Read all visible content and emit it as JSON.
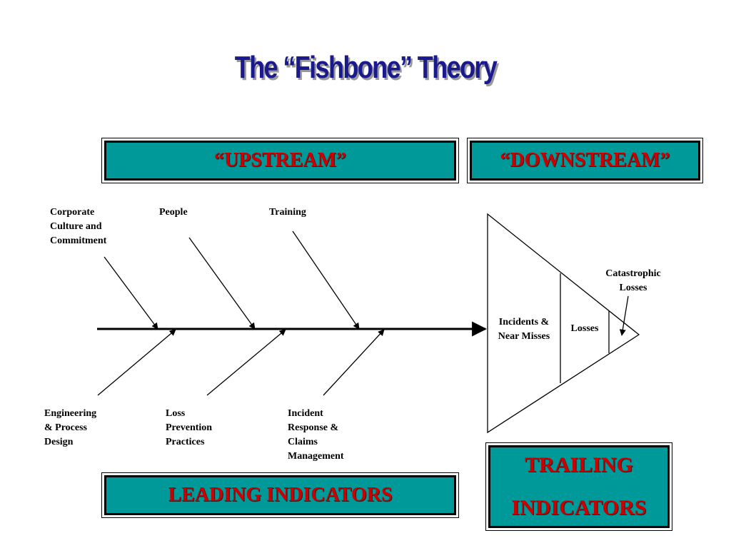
{
  "title": "The “Fishbone” Theory",
  "banners": {
    "upstream": "“UPSTREAM”",
    "downstream": "“DOWNSTREAM”",
    "leading": "LEADING INDICATORS",
    "trailing_line1": "TRAILING",
    "trailing_line2": "INDICATORS"
  },
  "upper_bones": {
    "corporate": "Corporate\nCulture and\nCommitment",
    "people": "People",
    "training": "Training"
  },
  "lower_bones": {
    "engineering": "Engineering\n& Process\nDesign",
    "loss_prevention": "Loss\nPrevention\nPractices",
    "incident_response": "Incident\nResponse &\nClaims\nManagement"
  },
  "fish_head": {
    "incidents": "Incidents &\nNear Misses",
    "losses": "Losses",
    "catastrophic": "Catastrophic\nLosses"
  },
  "colors": {
    "title": "#1a1a8c",
    "banner_fill": "#009999",
    "banner_text": "#cc0000"
  }
}
